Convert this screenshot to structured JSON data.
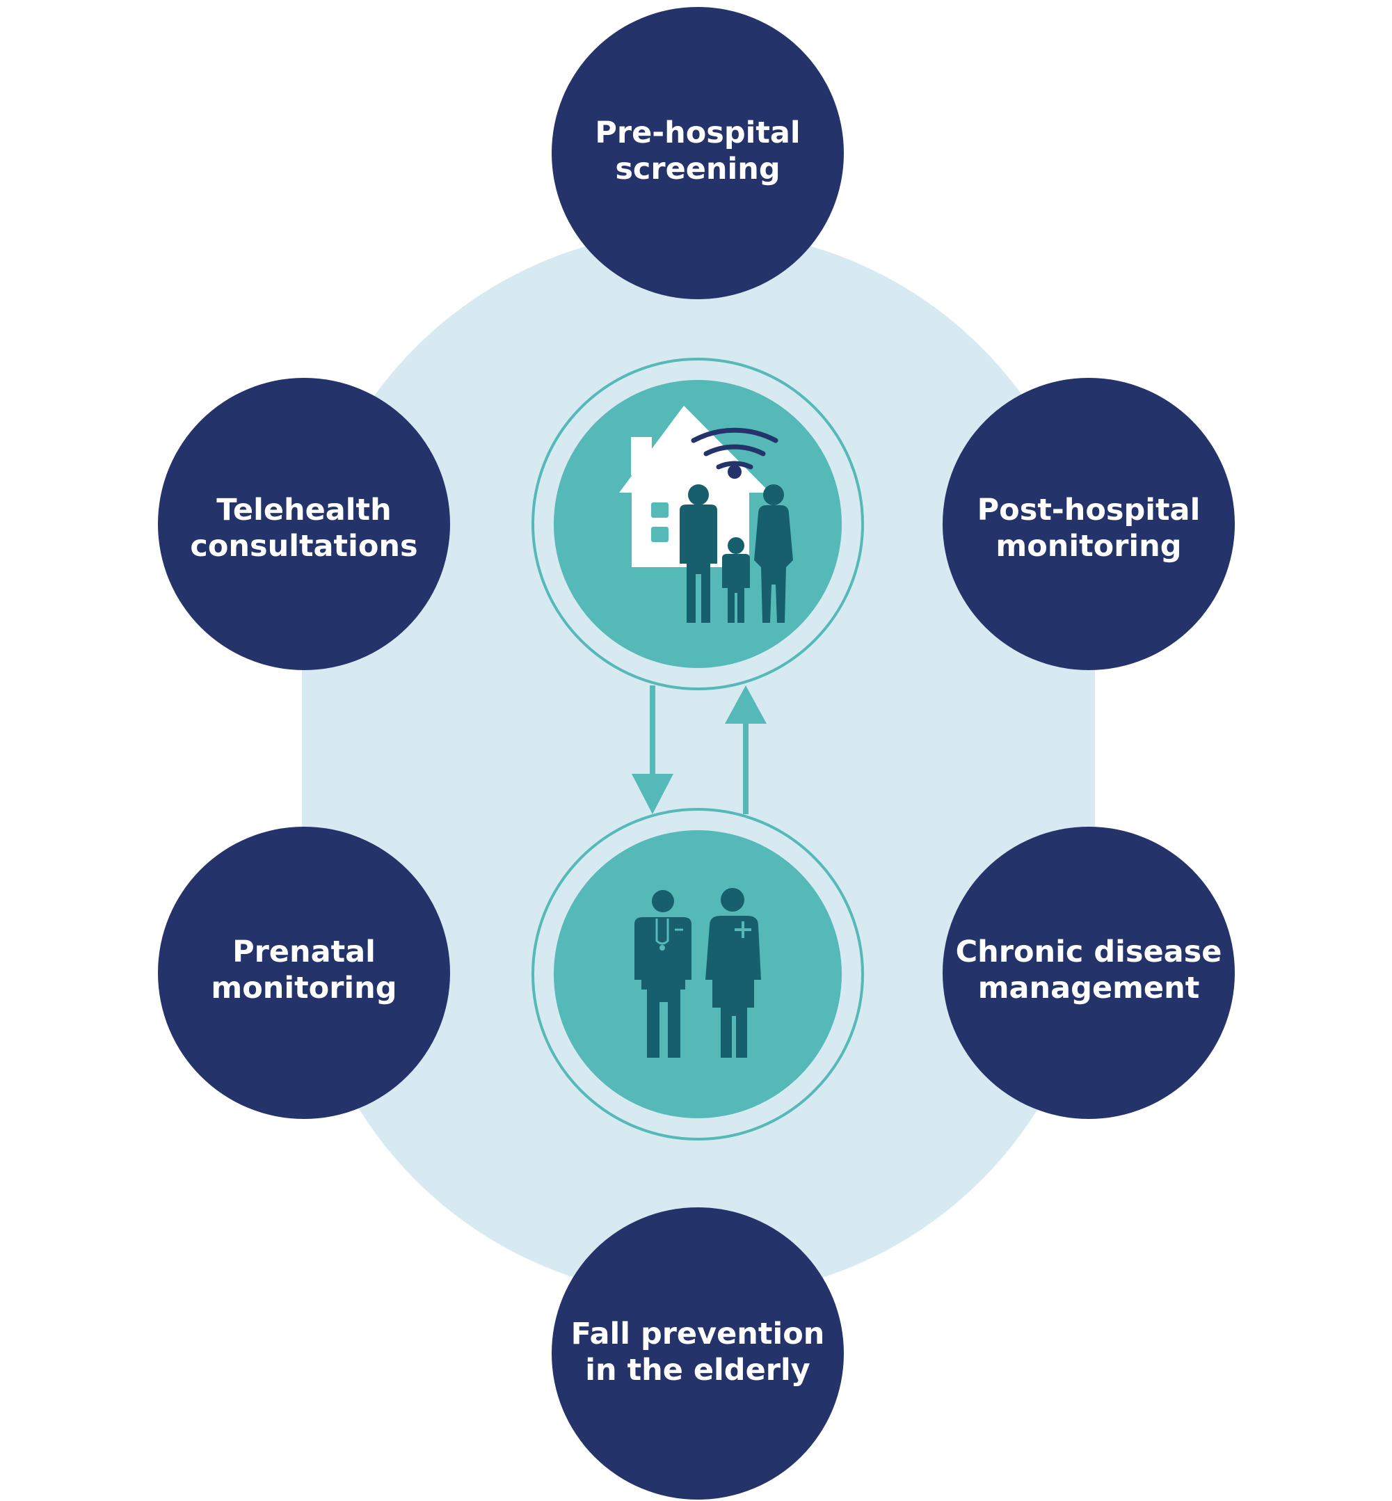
{
  "colors": {
    "background_shape": "#d7e9f1",
    "node_fill": "#25336b",
    "hub_fill": "#55b9b8",
    "hub_ring": "#55b9b8",
    "icon_dark": "#175f6c",
    "house_white": "#ffffff",
    "wifi": "#25336b",
    "arrow": "#55b9b8",
    "label_text": "#ffffff"
  },
  "nodes": [
    {
      "id": "pre-hospital-screening",
      "lines": [
        "Pre-hospital",
        "screening"
      ]
    },
    {
      "id": "telehealth-consultations",
      "lines": [
        "Telehealth",
        "consultations"
      ]
    },
    {
      "id": "post-hospital-monitoring",
      "lines": [
        "Post-hospital",
        "monitoring"
      ]
    },
    {
      "id": "prenatal-monitoring",
      "lines": [
        "Prenatal",
        "monitoring"
      ]
    },
    {
      "id": "chronic-disease-management",
      "lines": [
        "Chronic disease",
        "management"
      ]
    },
    {
      "id": "fall-prevention",
      "lines": [
        "Fall prevention",
        "in the elderly"
      ]
    }
  ],
  "hubs": {
    "top_icon": "home-family-wifi-icon",
    "bottom_icon": "doctor-nurse-icon"
  },
  "connector_icons": [
    "arrow-down-icon",
    "arrow-up-icon"
  ]
}
